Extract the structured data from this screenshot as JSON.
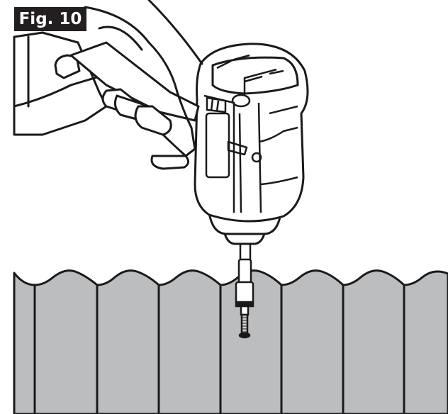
{
  "figure": {
    "label": "Fig. 10",
    "label_bg": "#231f20",
    "label_color": "#ffffff"
  },
  "illustration": {
    "subject": "impact-driver-driving-screw-into-fence",
    "fence_fill": "#bcbdbf",
    "line_color": "#1a1a1a",
    "fence_board_count": 7
  }
}
